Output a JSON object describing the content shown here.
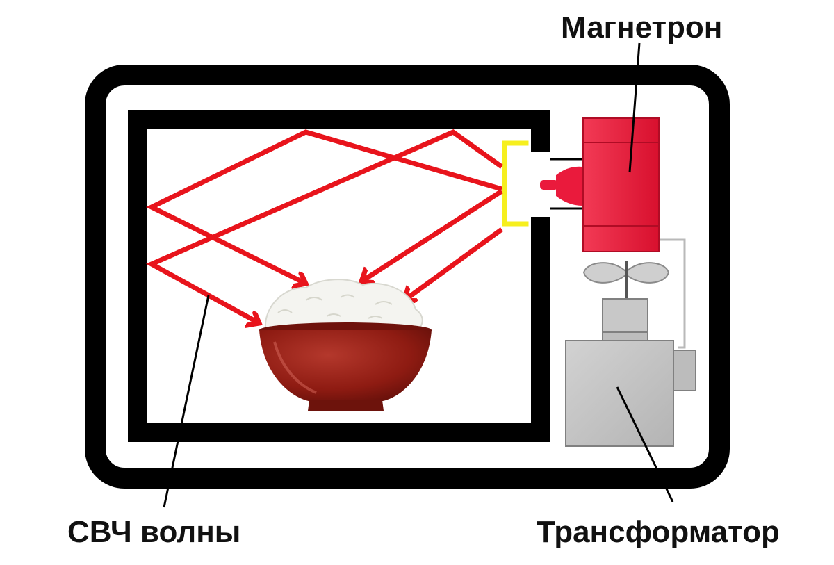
{
  "labels": {
    "magnetron": "Магнетрон",
    "microwaves": "СВЧ волны",
    "transformer": "Трансформатор"
  },
  "colors": {
    "frame": "#000000",
    "waves": "#e8141c",
    "magnetron": "#ea1a3c",
    "waveguide": "#f6ef1e",
    "transformer": "#c8c8c8",
    "fan": "#cfcfcf",
    "bowl": "#8e1b12",
    "rice": "#f4f4f0"
  },
  "icons": [
    "rice-bowl-icon",
    "fan-icon",
    "magnetron-icon",
    "transformer-icon"
  ]
}
